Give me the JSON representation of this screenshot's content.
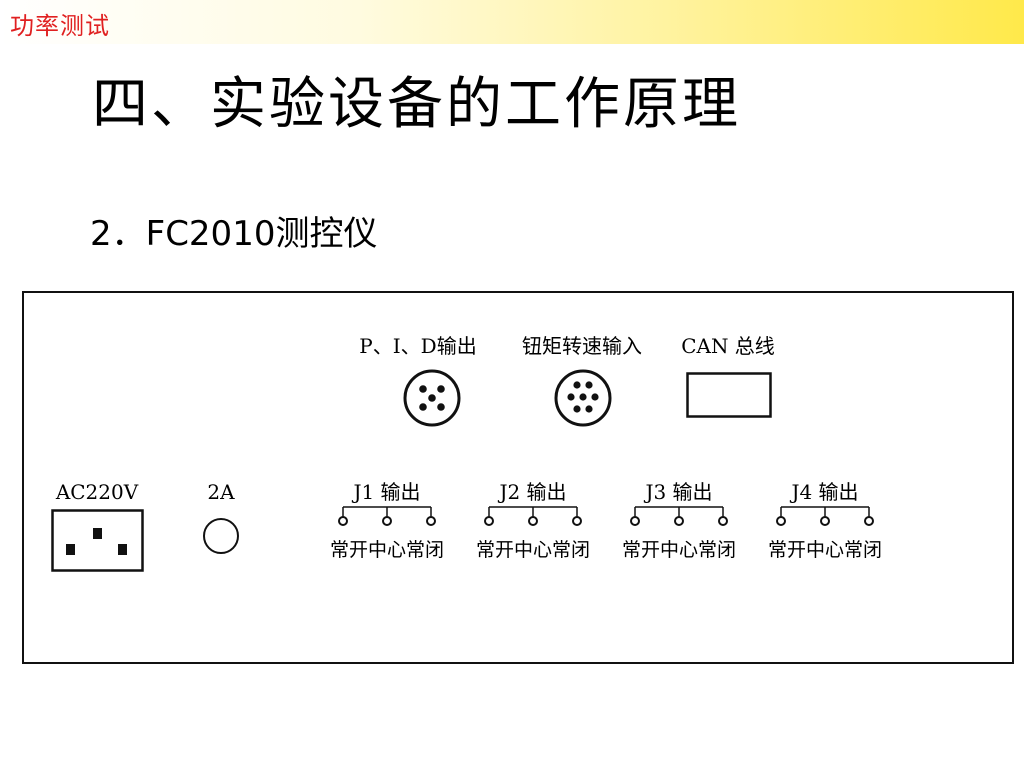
{
  "header": {
    "label": "功率测试"
  },
  "title": "四、实验设备的工作原理",
  "subtitle": "2．FC2010测控仪",
  "panel": {
    "connectors": {
      "pid": {
        "label": "P、I、D输出"
      },
      "torque": {
        "label": "钮矩转速输入"
      },
      "can": {
        "label": "CAN 总线"
      }
    },
    "power": {
      "ac_label": "AC220V",
      "fuse_label": "2A"
    },
    "relays": [
      {
        "label": "J1 输出",
        "terminals": "常开中心常闭"
      },
      {
        "label": "J2 输出",
        "terminals": "常开中心常闭"
      },
      {
        "label": "J3 输出",
        "terminals": "常开中心常闭"
      },
      {
        "label": "J4 输出",
        "terminals": "常开中心常闭"
      }
    ]
  }
}
